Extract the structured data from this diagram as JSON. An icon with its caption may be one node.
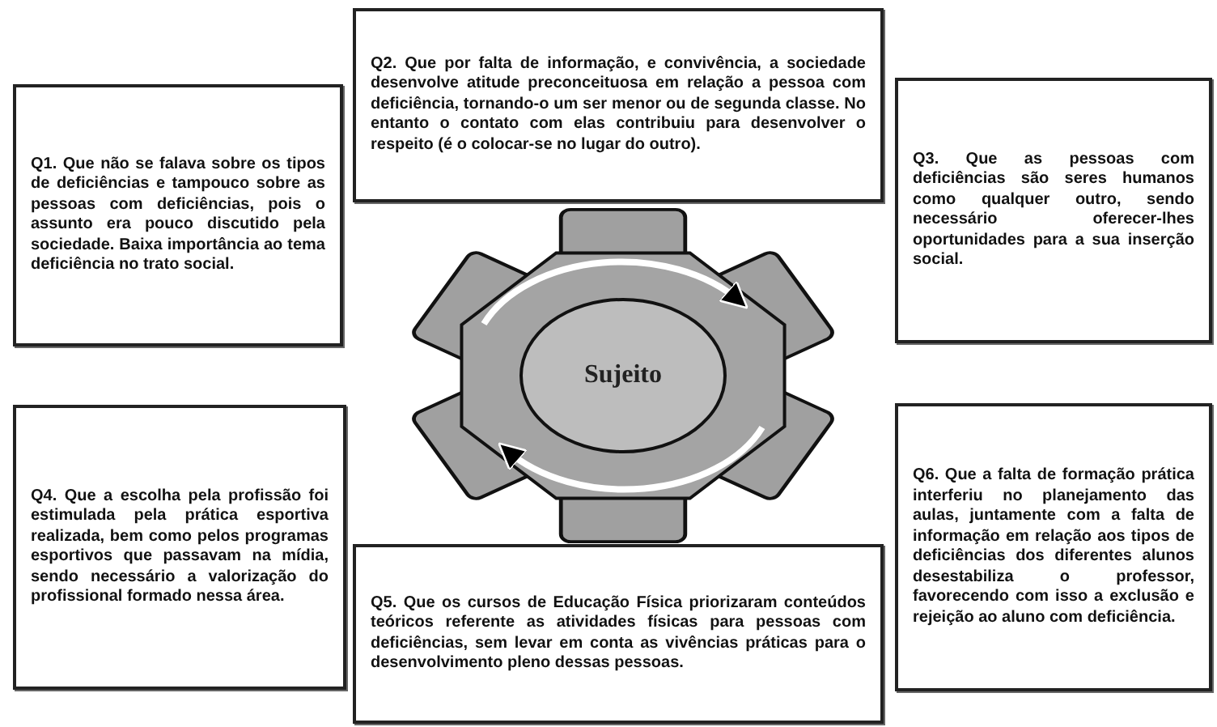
{
  "diagram": {
    "nodes": [
      {
        "text": [
          "Q1. Que não se falava sobre os tipos de deficiências e tampouco sobre as pessoas com deficiências, pois o assunto era pouco discutido pela sociedade. Baixa importância ao tema deficiência no trato social."
        ]
      },
      {
        "text": [
          "Q2. Que por falta de informação, e convivência, a sociedade desenvolve atitude preconceituosa em relação a pessoa com deficiência, tornando-o um ser menor ou de segunda classe. No entanto o contato com elas contribuiu para desenvolver o respeito (é o colocar-se no lugar do outro)."
        ]
      },
      {
        "text": [
          "Q3. Que as pessoas com deficiências são seres humanos como qualquer outro, sendo necessário oferecer-lhes oportunidades para a sua inserção social."
        ]
      },
      {
        "text": [
          "Sujeito"
        ]
      },
      {
        "text": [
          "Q4. Que a escolha pela profissão foi estimulada pela prática esportiva realizada, bem como pelos programas esportivos que passavam na mídia, sendo necessário a valorização do profissional formado nessa área."
        ]
      },
      {
        "text": [
          "Q5. Que os cursos de Educação Física priorizaram conteúdos teóricos referente as atividades físicas para pessoas com deficiências, sem levar em conta as vivências práticas para o desenvolvimento pleno dessas pessoas."
        ]
      },
      {
        "text": [
          "Q6. Que a falta de formação prática interferiu no planejamento das aulas, juntamente com a falta de informação em relação aos tipos de deficiências dos diferentes alunos desestabiliza o professor, favorecendo com isso a exclusão e rejeição ao aluno com deficiência."
        ]
      }
    ]
  }
}
